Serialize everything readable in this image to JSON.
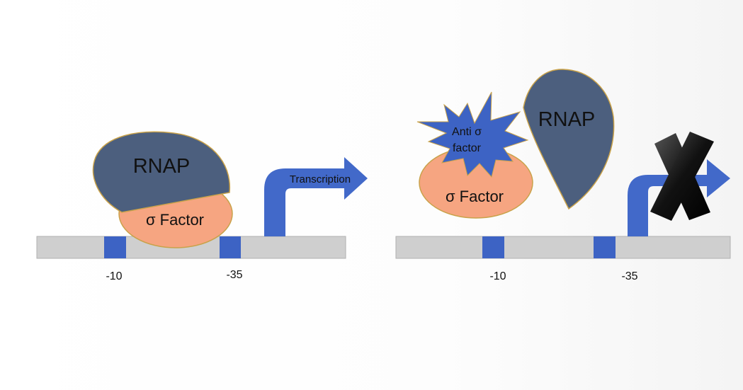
{
  "colors": {
    "dna_bar": "#cfcfcf",
    "promoter_box": "#3d63c4",
    "rnap": "#4c5f7e",
    "sigma": "#f6a581",
    "arrow": "#4269c9",
    "anti_sigma": "#3d63c4",
    "outline": "#c9a24a",
    "x_mark": "#111111"
  },
  "left_panel": {
    "rnap_label": "RNAP",
    "sigma_label": "σ Factor",
    "arrow_label": "Transcription",
    "promoter_minus10": "-10",
    "promoter_minus35": "-35"
  },
  "right_panel": {
    "anti_sigma_line1": "Anti σ",
    "anti_sigma_line2": "factor",
    "rnap_label": "RNAP",
    "sigma_label": "σ Factor",
    "promoter_minus10": "-10",
    "promoter_minus35": "-35"
  }
}
